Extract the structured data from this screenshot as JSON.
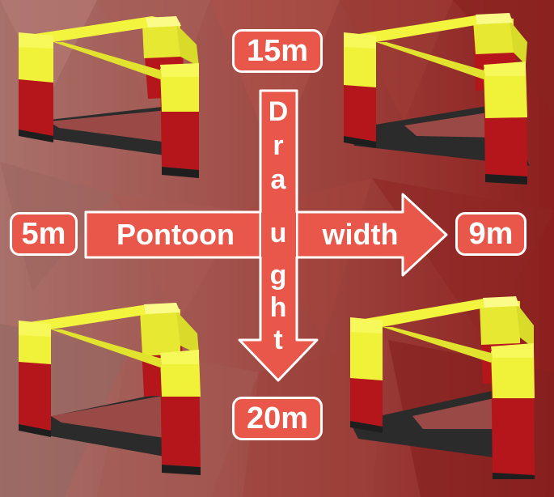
{
  "labels": {
    "top": "15m",
    "bottom": "20m",
    "left": "5m",
    "right": "9m"
  },
  "horizontal_arrow": {
    "left_text": "Pontoon",
    "right_text": "width"
  },
  "vertical_arrow": {
    "letters": [
      "D",
      "r",
      "a",
      "u",
      "g",
      "h",
      "t"
    ]
  },
  "colors": {
    "background": "#8a3a36",
    "arrow_fill": "#e8574a",
    "frame_yellow": "#f0f23a",
    "frame_red": "#b5161c",
    "frame_black": "#2b2b2b"
  }
}
